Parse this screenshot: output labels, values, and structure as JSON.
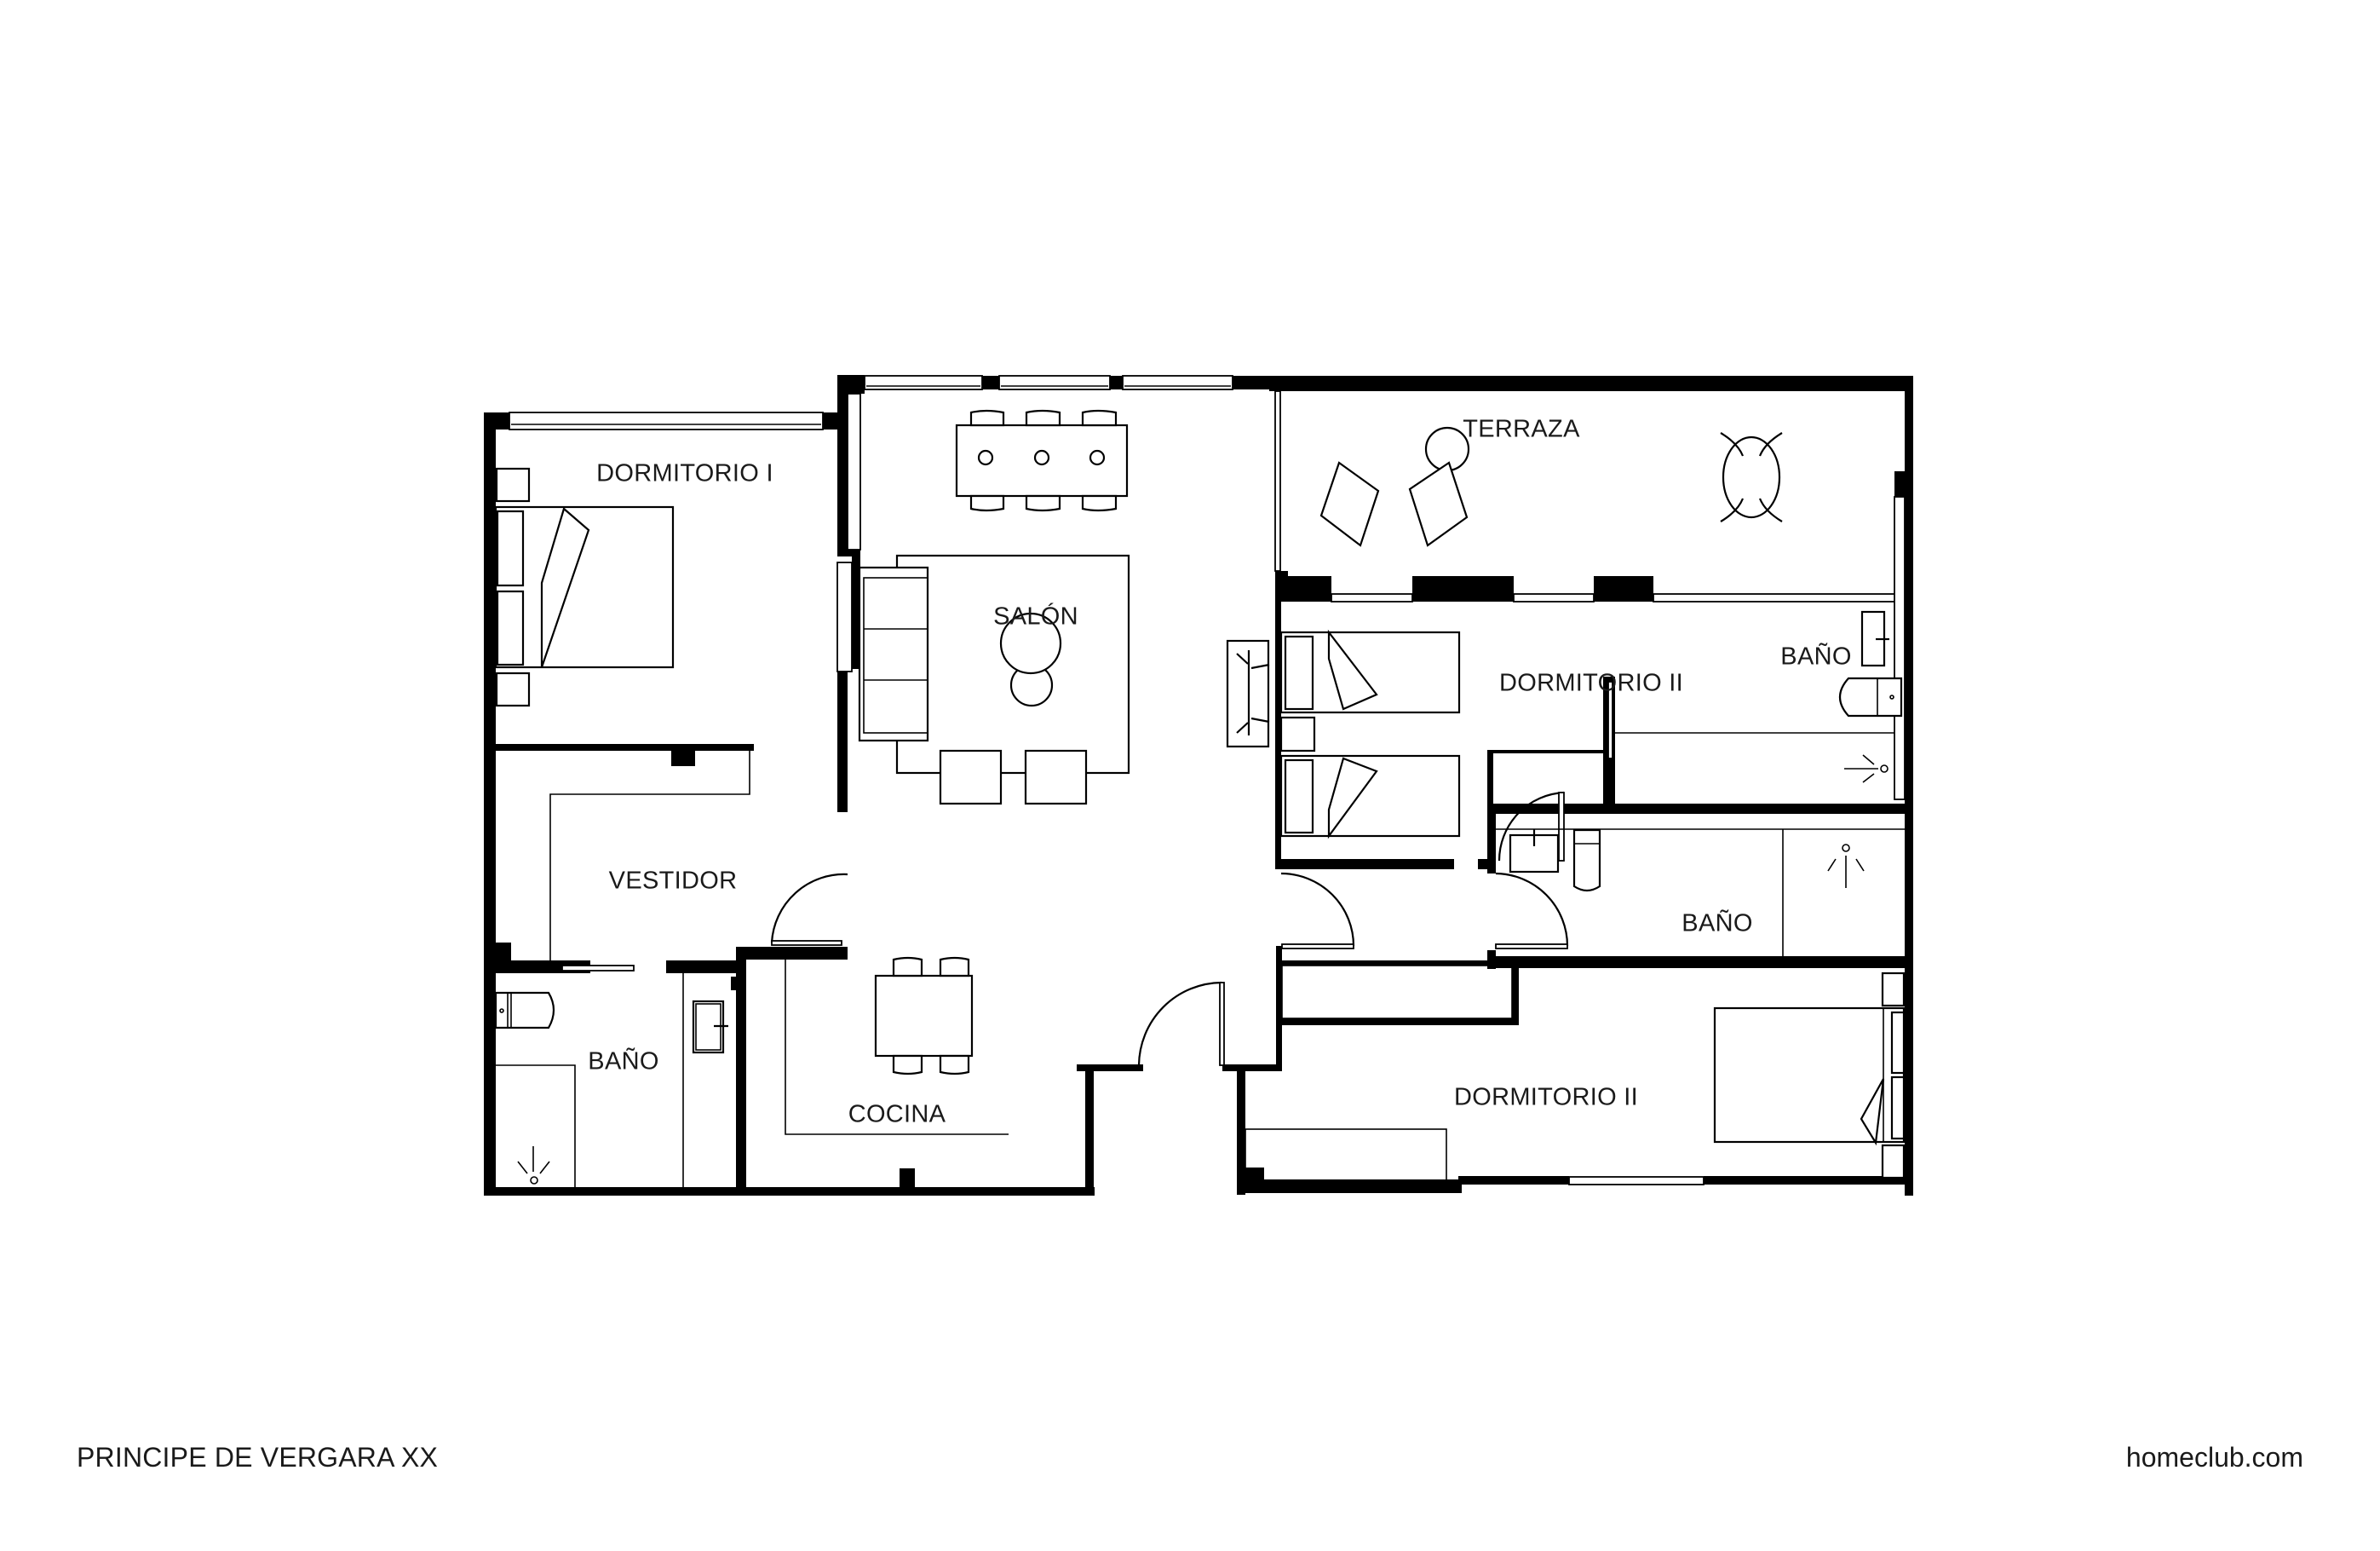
{
  "plan": {
    "address": "PRINCIPE DE VERGARA XX",
    "brand": "homeclub.com",
    "rooms": {
      "dormitorio_1": "DORMITORIO I",
      "salon": "SALÓN",
      "terraza": "TERRAZA",
      "dormitorio_2_top": "DORMITORIO II",
      "bano_top_right": "BAÑO",
      "vestidor": "VESTIDOR",
      "bano_right": "BAÑO",
      "bano_left": "BAÑO",
      "cocina": "COCINA",
      "dormitorio_2_bottom": "DORMITORIO II"
    },
    "colors": {
      "wall": "#000000",
      "background": "#ffffff",
      "text": "#1a1a1a"
    }
  }
}
